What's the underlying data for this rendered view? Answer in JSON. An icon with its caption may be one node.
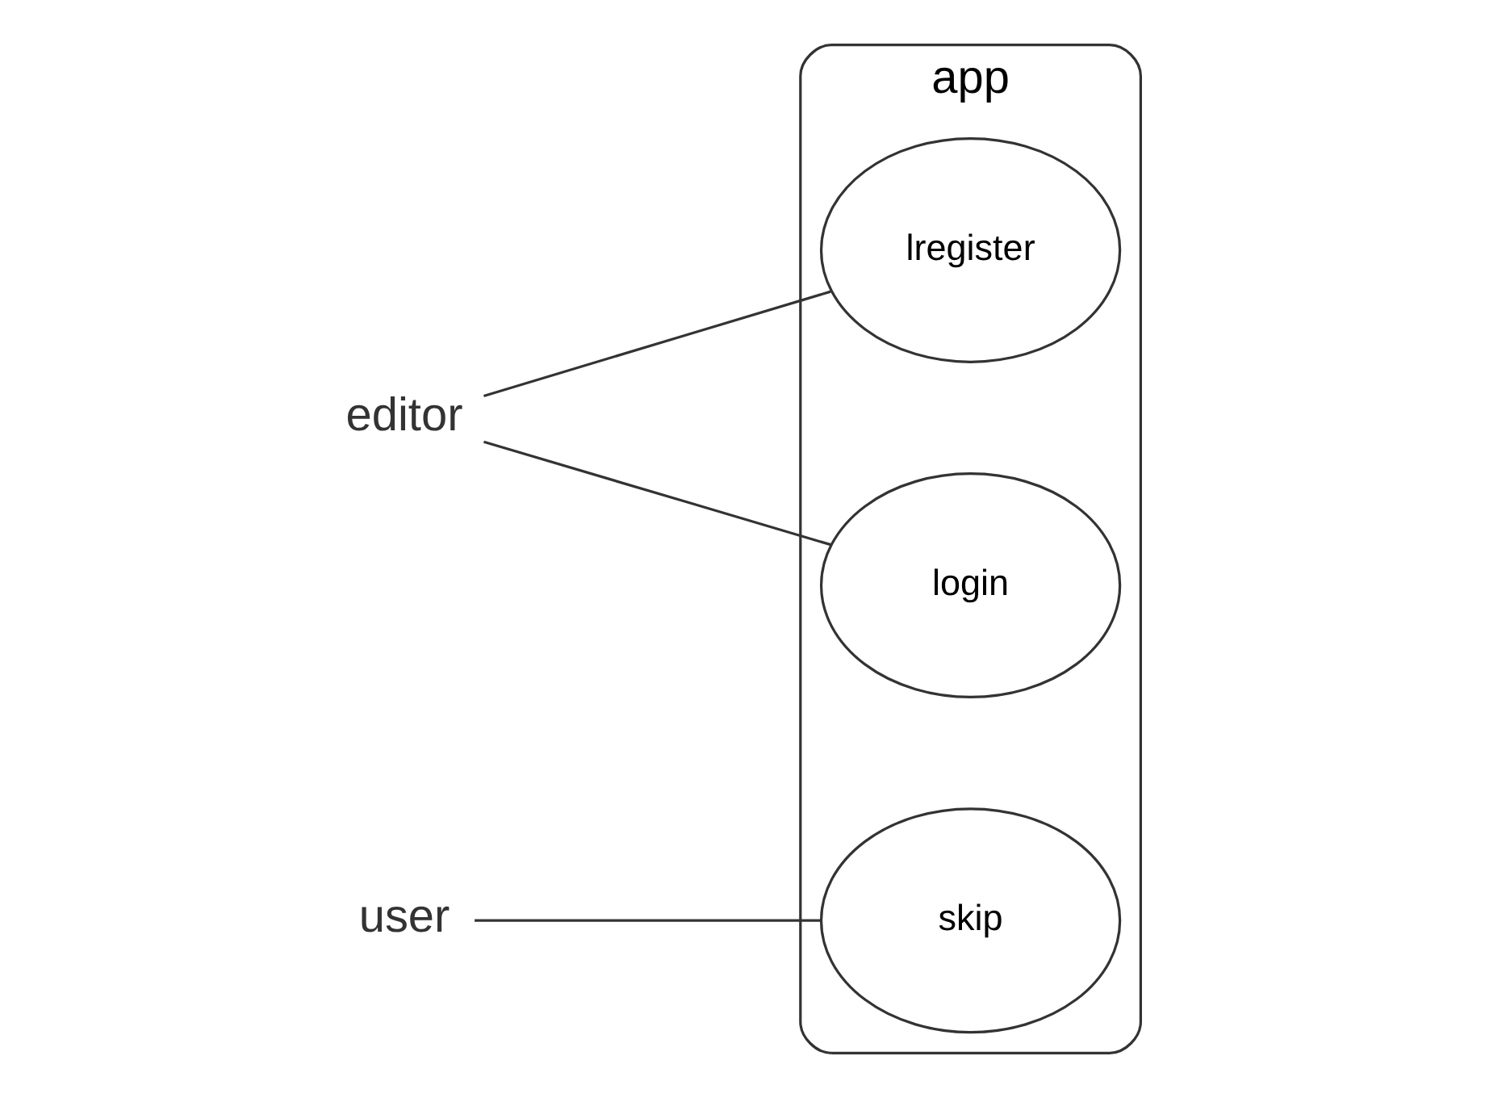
{
  "diagram": {
    "nodes": [
      {
        "text": [
          "app"
        ]
      },
      {
        "text": [
          "lregister"
        ],
        "in": 0
      },
      {
        "text": [
          "login"
        ],
        "in": 0
      },
      {
        "text": [
          "skip"
        ],
        "in": 0
      },
      {
        "text": [
          "editor"
        ]
      },
      {
        "text": [
          "user"
        ]
      }
    ],
    "edges": [
      {
        "from": 4,
        "to": 1,
        "arrow": "none"
      },
      {
        "from": 4,
        "to": 2,
        "arrow": "none"
      },
      {
        "from": 5,
        "to": 3,
        "arrow": "none"
      }
    ]
  }
}
